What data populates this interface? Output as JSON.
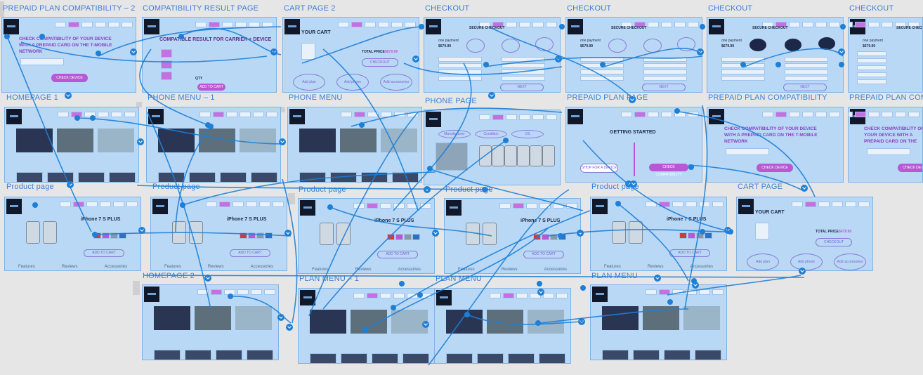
{
  "frames": [
    {
      "id": "f1",
      "title": "PREPAID PLAN COMPATIBILITY – 2",
      "kind": "prepaid2"
    },
    {
      "id": "f2",
      "title": "COMPATIBILITY RESULT PAGE",
      "kind": "result"
    },
    {
      "id": "f3",
      "title": "CART PAGE 2",
      "kind": "cart2"
    },
    {
      "id": "f4",
      "title": "CHECKOUT",
      "kind": "checkout"
    },
    {
      "id": "f5",
      "title": "CHECKOUT",
      "kind": "checkout"
    },
    {
      "id": "f6",
      "title": "CHECKOUT",
      "kind": "checkout"
    },
    {
      "id": "f7",
      "title": "CHECKOUT",
      "kind": "checkout"
    },
    {
      "id": "f8",
      "title": "HOMEPAGE 1",
      "kind": "home"
    },
    {
      "id": "f9",
      "title": "PHONE MENU – 1",
      "kind": "home"
    },
    {
      "id": "f10",
      "title": "PHONE MENU",
      "kind": "home"
    },
    {
      "id": "f11",
      "title": "PHONE PAGE",
      "kind": "phonepage"
    },
    {
      "id": "f12",
      "title": "PREPAID PLAN PAGE",
      "kind": "prepaidplan"
    },
    {
      "id": "f13",
      "title": "PREPAID PLAN COMPATIBILITY",
      "kind": "prepaidcompat"
    },
    {
      "id": "f14",
      "title": "PREPAID PLAN COMPATIBILITY",
      "kind": "prepaidcompat"
    },
    {
      "id": "f15",
      "title": "Product page",
      "kind": "product"
    },
    {
      "id": "f16",
      "title": "Product page",
      "kind": "product"
    },
    {
      "id": "f17",
      "title": "Product page",
      "kind": "product"
    },
    {
      "id": "f18",
      "title": "Product page",
      "kind": "product"
    },
    {
      "id": "f19",
      "title": "Product page",
      "kind": "product"
    },
    {
      "id": "f20",
      "title": "CART PAGE",
      "kind": "cart"
    },
    {
      "id": "f21",
      "title": "HOMEPAGE 2",
      "kind": "home"
    },
    {
      "id": "f22",
      "title": "PLAN MENU – 1",
      "kind": "home"
    },
    {
      "id": "f23",
      "title": "PLAN MENU",
      "kind": "home"
    },
    {
      "id": "f24",
      "title": "PLAN MENU",
      "kind": "home"
    }
  ],
  "labels": {
    "compat_heading": "CHECK COMPATIBILITY OF YOUR DEVICE WITH A PREPAID CARD ON THE T-MOBILE NETWORK",
    "compat_heading_partial": "CHECK COMPATIBILITY OF YOUR DEVICE WITH A PREPAID CARD ON THE",
    "check_device": "CHECK DEVICE",
    "result_heading": "COMPATIBLE RESULT FOR CARRIER + DEVICE",
    "your_cart": "YOUR CART",
    "total_price": "TOTAL PRICE",
    "total_amount": "$679.99",
    "checkout_btn": "CHECKOUT",
    "add_plan": "Add plan",
    "add_phone": "Add phone",
    "add_accessories": "Add accessories",
    "secure_checkout": "SECURE CHECKOUT",
    "one_payment": "one payment",
    "price": "$679.99",
    "next": "NEXT",
    "getting_started": "GETTING STARTED",
    "shop_device": "SHOP FOR A DEVICE",
    "check_compat": "CHECK COMPATIBILITY",
    "product_title": "iPhone 7 S PLUS",
    "add_to_cart": "ADD TO CART",
    "tab_features": "Features",
    "tab_reviews": "Reviews",
    "tab_accessories": "Accessories",
    "manufacturer": "Manufacturer",
    "condition": "Condition",
    "os": "OS",
    "qty": "QTY"
  },
  "colors": {
    "wire": "#1e7fd6",
    "frame_bg": "#b9d8f6",
    "title": "#3d7fd6",
    "accent": "#b957d4"
  }
}
